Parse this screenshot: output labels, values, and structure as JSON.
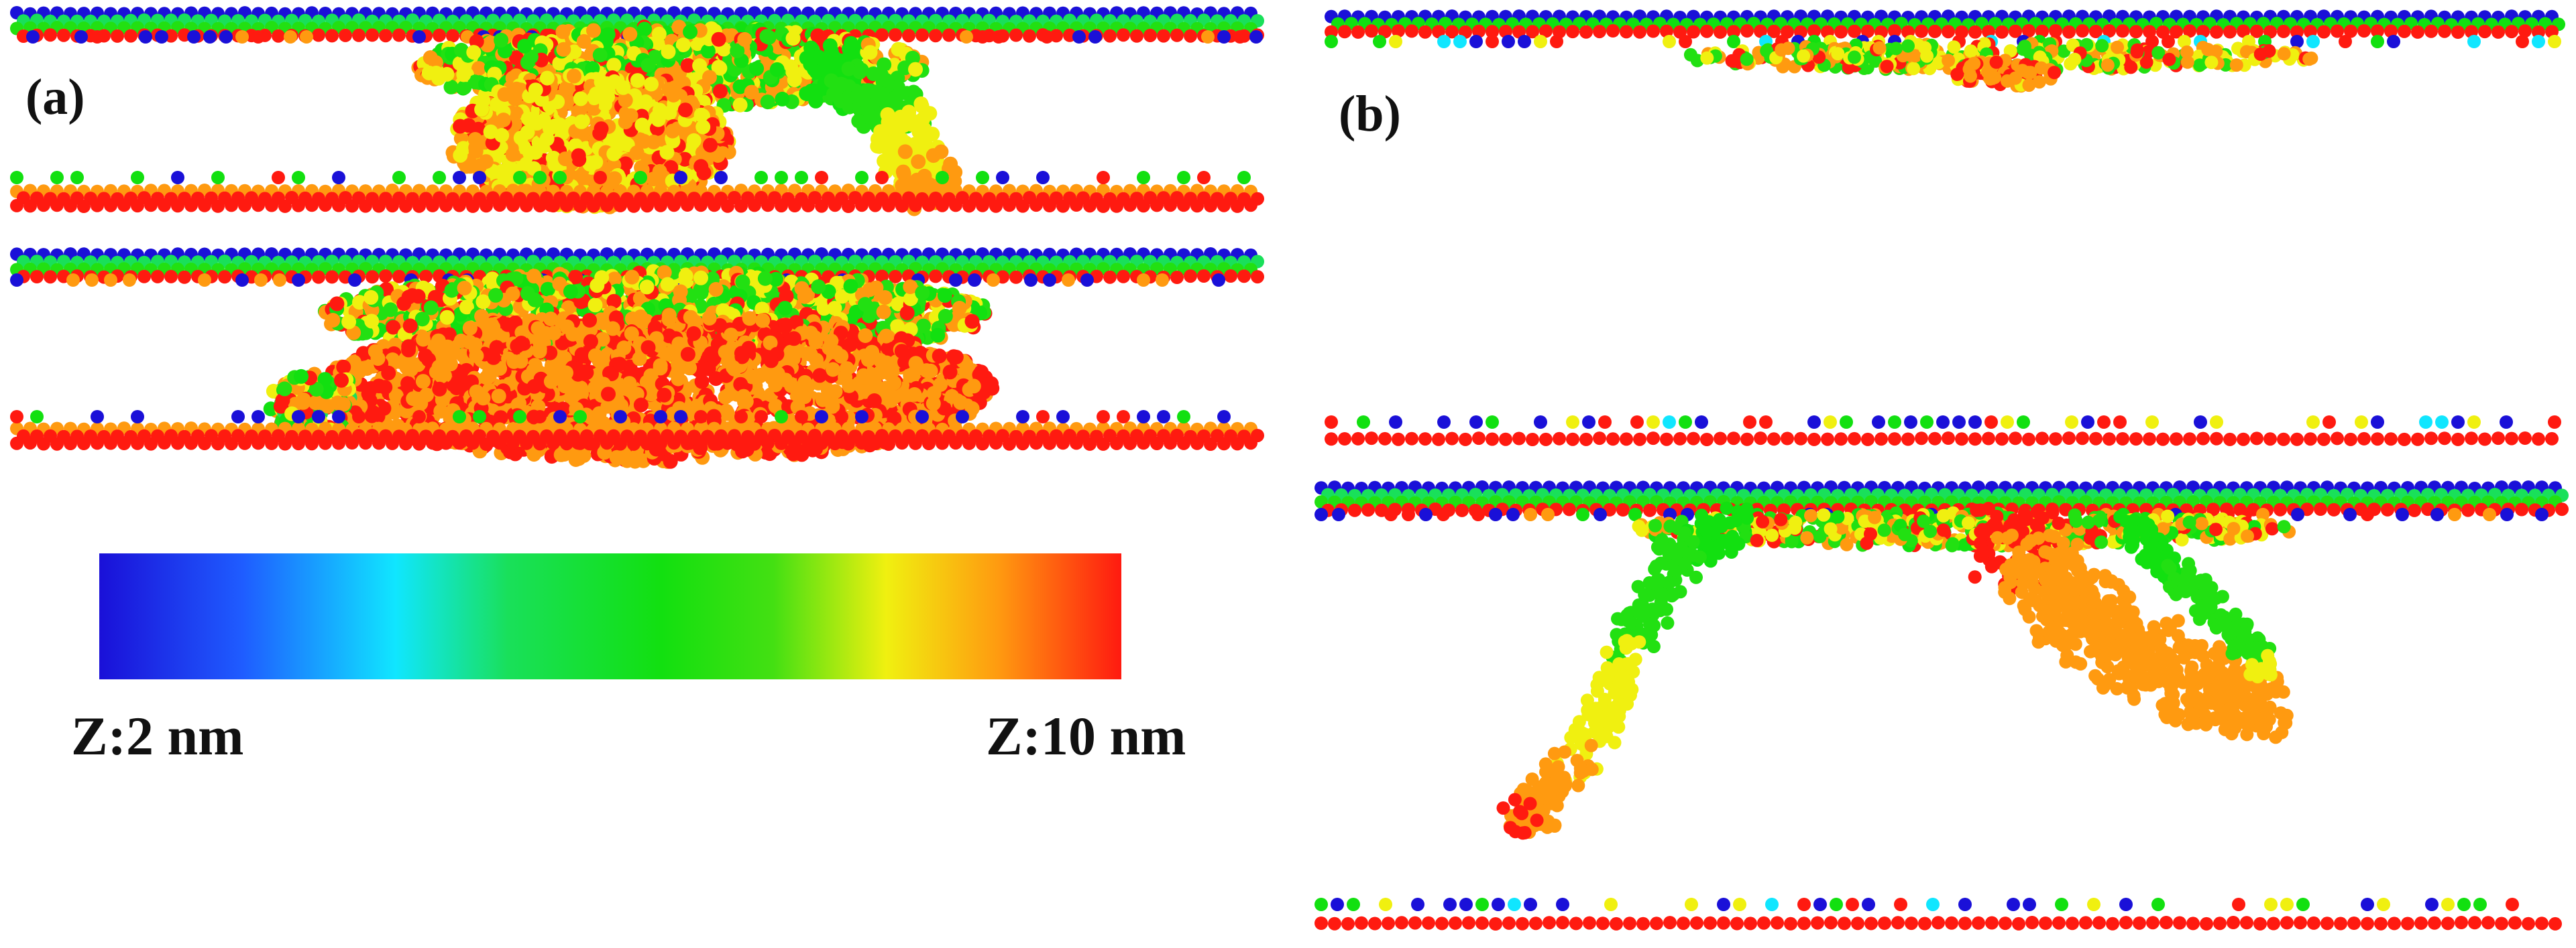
{
  "panels": [
    {
      "id": "a",
      "label": "(a)"
    },
    {
      "id": "b",
      "label": "(b)"
    }
  ],
  "colorbar": {
    "min_label": "Z:2 nm",
    "max_label": "Z:10 nm",
    "min_value": 2,
    "max_value": 10,
    "unit": "nm",
    "colors": [
      "#1a10d8",
      "#1f5cff",
      "#10e6ff",
      "#19e05a",
      "#12e010",
      "#22e012",
      "#f0f010",
      "#ff9a10",
      "#ff1a10"
    ]
  }
}
